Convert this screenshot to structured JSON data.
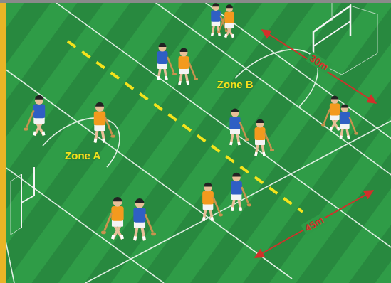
{
  "diagram": {
    "labels": [
      "Zone B",
      "30m",
      "Zone A",
      "45m"
    ]
  }
}
